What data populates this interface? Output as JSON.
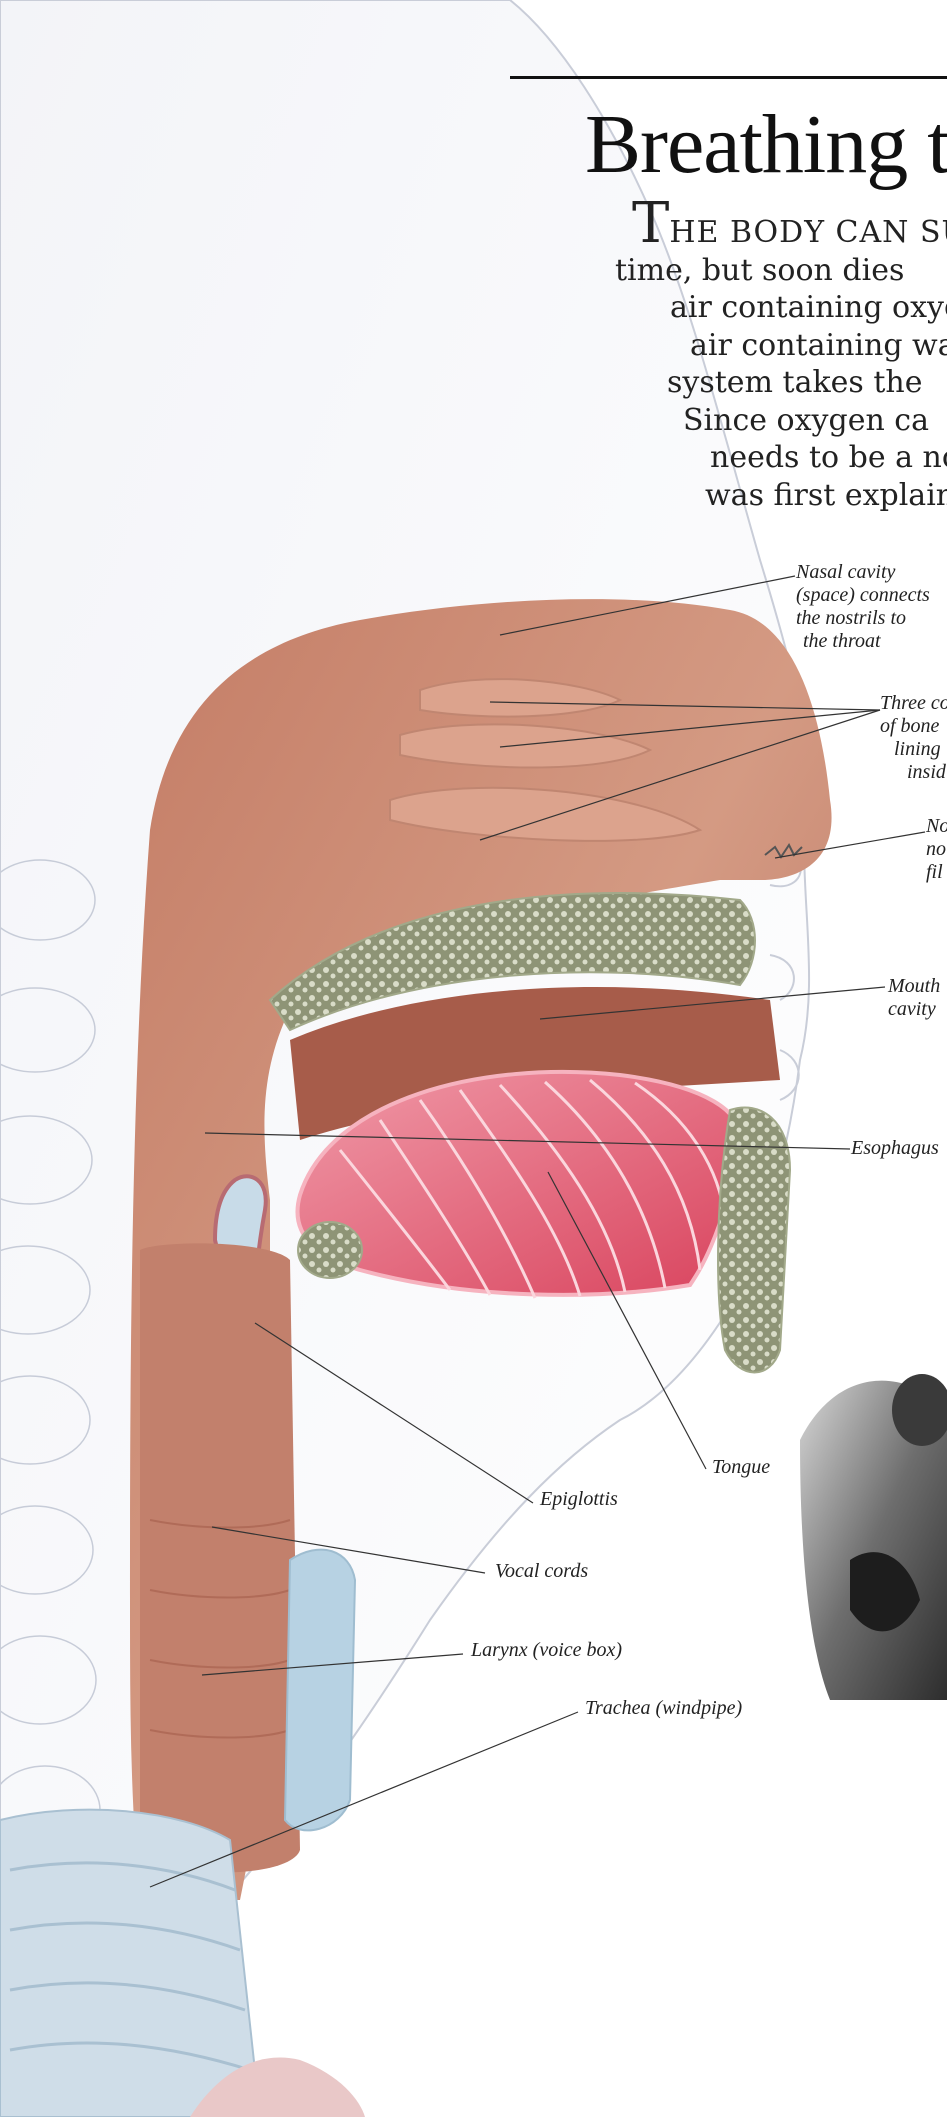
{
  "heading": {
    "title": "Breathing to"
  },
  "intro": {
    "lines": [
      "T",
      "HE BODY CAN SURV",
      "time, but soon dies",
      "air containing oxyg",
      "air containing wa",
      "system takes the",
      "Since oxygen ca",
      "needs to be a no",
      "was first explain"
    ]
  },
  "labels": {
    "nasal_cavity": [
      "Nasal cavity",
      "(space) connects",
      "the nostrils to",
      "the throat"
    ],
    "three_conchae": [
      "Three co",
      "of bone",
      "lining",
      "insid"
    ],
    "nostril": [
      "No",
      "no",
      "fil"
    ],
    "mouth_cavity": [
      "Mouth",
      "cavity"
    ],
    "esophagus": "Esophagus",
    "tongue": "Tongue",
    "epiglottis": "Epiglottis",
    "vocal_cords": "Vocal cords",
    "larynx": "Larynx (voice box)",
    "trachea": "Trachea (windpipe)"
  },
  "photo": {
    "subject": "saxophone-player-photo"
  },
  "colors": {
    "tissue": "#c98a74",
    "tongue": "#e0566e",
    "bone": "#8c9275",
    "cartilage": "#b9d3e2",
    "head_outline": "#e9ebf1"
  }
}
